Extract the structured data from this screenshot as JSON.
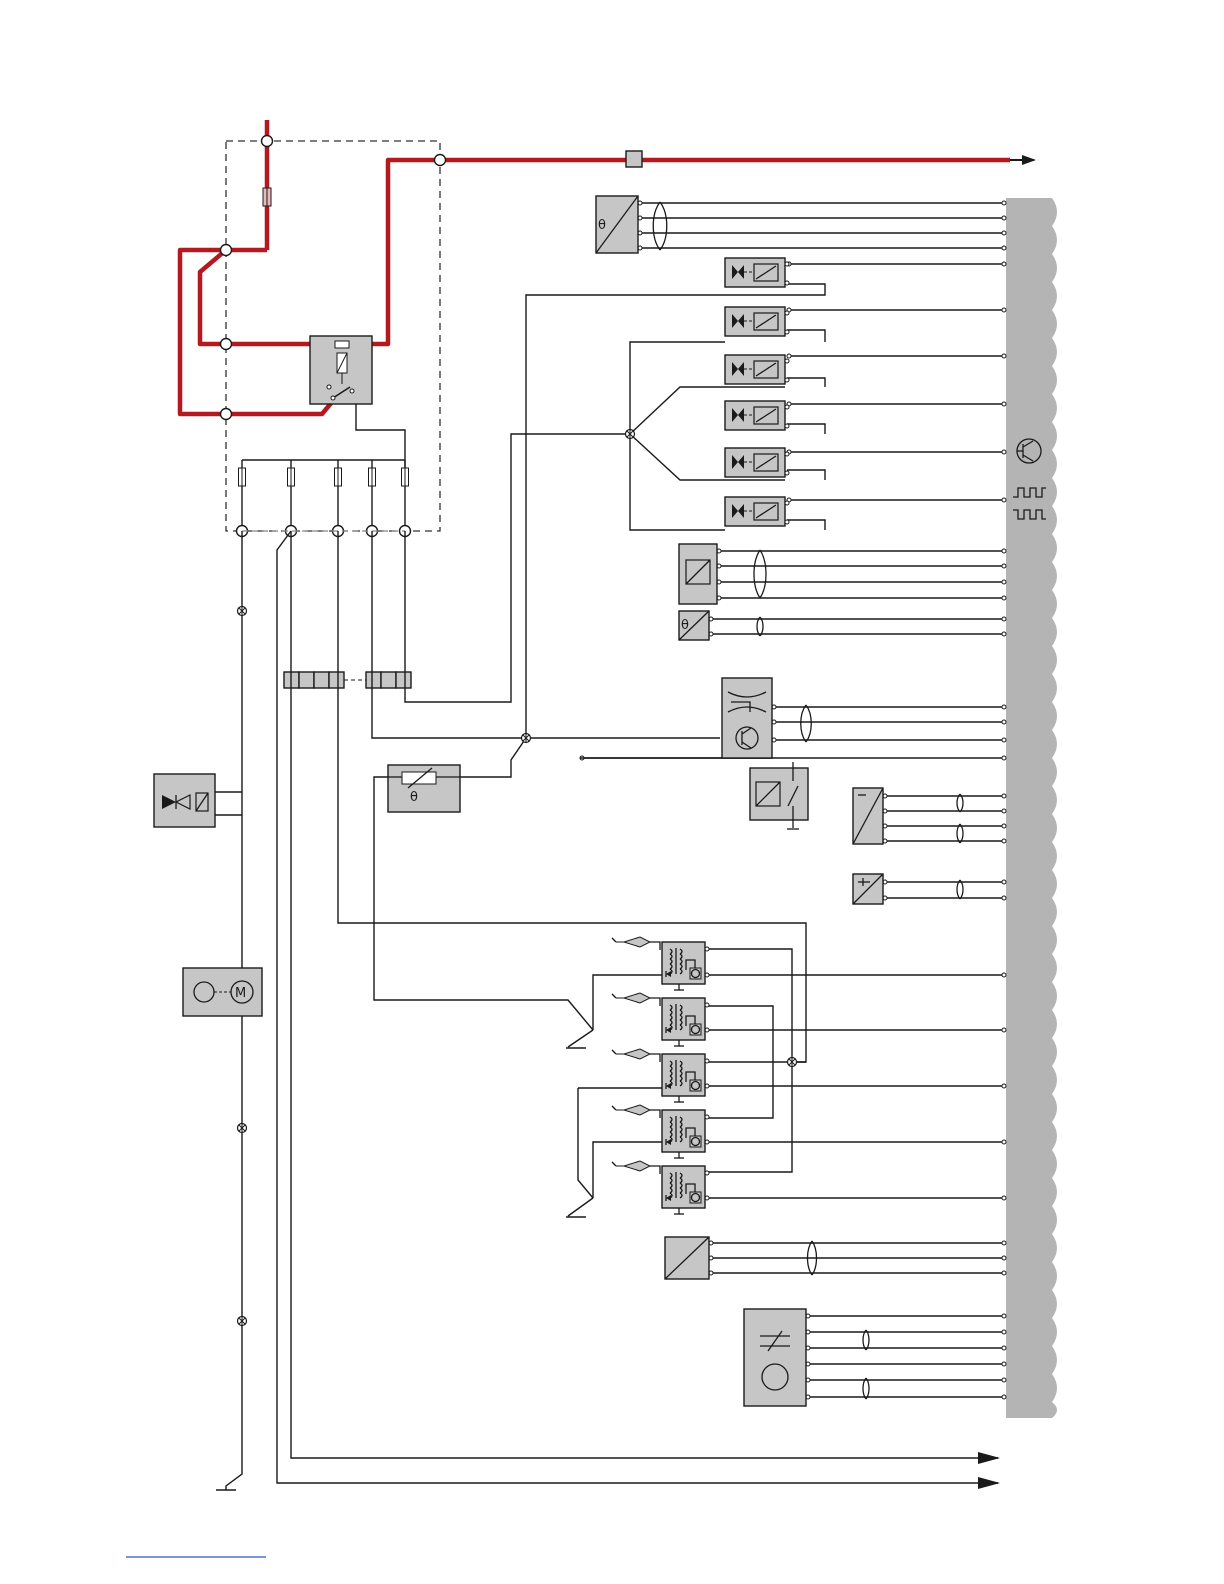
{
  "colors": {
    "power_wire": "#b3191e",
    "signal_wire": "#1a1a1a",
    "component_fill": "#c6c6c6",
    "control_module_fill": "#b4b4b4",
    "footer_link": "#2b55c9"
  },
  "diagram": {
    "components": [
      {
        "id": "temperature-sensor-top",
        "symbol": "theta",
        "text": "θ"
      },
      {
        "id": "injector-1",
        "symbol": "injector-valve"
      },
      {
        "id": "injector-2",
        "symbol": "injector-valve"
      },
      {
        "id": "injector-3",
        "symbol": "injector-valve"
      },
      {
        "id": "injector-4",
        "symbol": "injector-valve"
      },
      {
        "id": "injector-5",
        "symbol": "injector-valve"
      },
      {
        "id": "injector-6",
        "symbol": "injector-valve"
      },
      {
        "id": "sensor-square",
        "symbol": "sensor-diagonal"
      },
      {
        "id": "temperature-sensor-small",
        "symbol": "theta",
        "text": "θ"
      },
      {
        "id": "mass-air-flow-sensor",
        "symbol": "air-flow-transistor"
      },
      {
        "id": "heated-resistor",
        "symbol": "theta-resistor",
        "text": "θ"
      },
      {
        "id": "switch-sensor",
        "symbol": "sensor-switch"
      },
      {
        "id": "knock-sensor-1",
        "symbol": "sensor-diagonal"
      },
      {
        "id": "knock-sensor-2",
        "symbol": "sensor-diagonal"
      },
      {
        "id": "purge-valve",
        "symbol": "valve-solenoid"
      },
      {
        "id": "fuel-pump",
        "symbol": "motor",
        "text": "M"
      },
      {
        "id": "ignition-coil-1",
        "symbol": "ignition-coil"
      },
      {
        "id": "ignition-coil-2",
        "symbol": "ignition-coil"
      },
      {
        "id": "ignition-coil-3",
        "symbol": "ignition-coil"
      },
      {
        "id": "ignition-coil-4",
        "symbol": "ignition-coil"
      },
      {
        "id": "ignition-coil-5",
        "symbol": "ignition-coil"
      },
      {
        "id": "position-sensor-bottom",
        "symbol": "sensor-diagonal"
      },
      {
        "id": "throttle-unit",
        "symbol": "throttle"
      }
    ],
    "control_module": {
      "id": "engine-control-module",
      "symbols": [
        "transistor-icon",
        "square-wave-icon"
      ]
    }
  }
}
